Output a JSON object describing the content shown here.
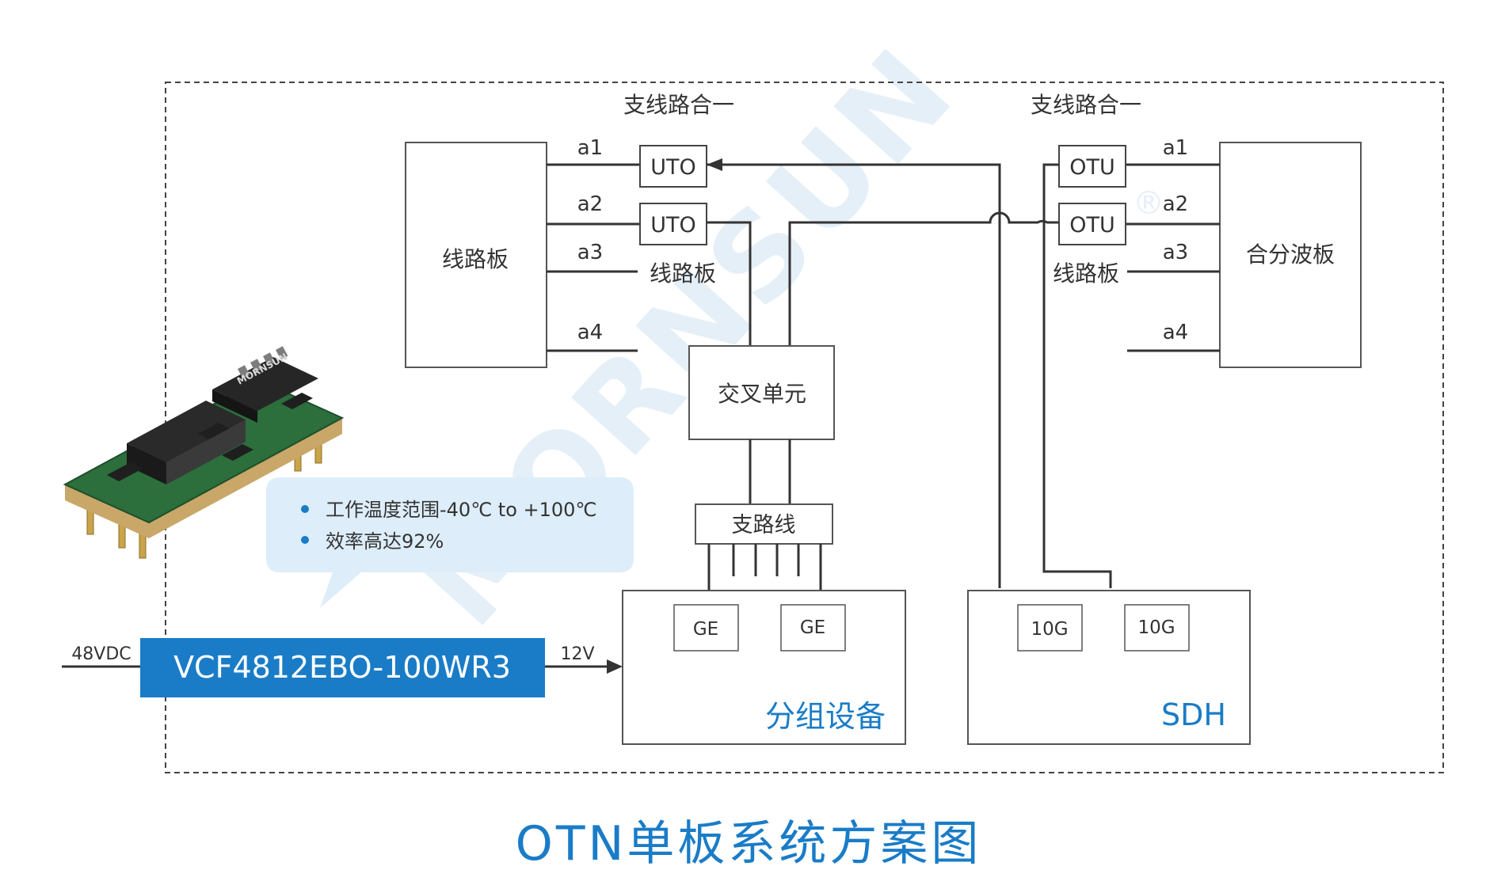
{
  "diagram": {
    "headers": {
      "left": "支线路合一",
      "right": "支线路合一"
    },
    "left_board": {
      "label": "线路板",
      "ports": [
        "a1",
        "a2",
        "a3",
        "a4"
      ],
      "modules": [
        "UTO",
        "UTO"
      ],
      "sub_label": "线路板"
    },
    "right_board": {
      "label": "合分波板",
      "ports": [
        "a1",
        "a2",
        "a3",
        "a4"
      ],
      "modules": [
        "OTU",
        "OTU"
      ],
      "sub_label": "线路板"
    },
    "cross_unit": "交叉单元",
    "tributary": "支路线",
    "packet_device": {
      "label": "分组设备",
      "ports": [
        "GE",
        "GE"
      ]
    },
    "sdh": {
      "label": "SDH",
      "ports": [
        "10G",
        "10G"
      ]
    },
    "power": {
      "input": "48VDC",
      "model": "VCF4812EBO-100WR3",
      "output": "12V"
    },
    "features": [
      "工作温度范围-40℃ to +100℃",
      "效率高达92%"
    ],
    "watermark": "MORNSUN",
    "watermark_mark": "®",
    "product_label": "MORNSUN",
    "title": "OTN单板系统方案图",
    "colors": {
      "accent": "#1a7cc7",
      "title": "#1a7cc7",
      "line": "#333333",
      "callout": "#ddedf9",
      "watermark": "#e3eef8",
      "pcb": "#2c6e3c"
    }
  }
}
